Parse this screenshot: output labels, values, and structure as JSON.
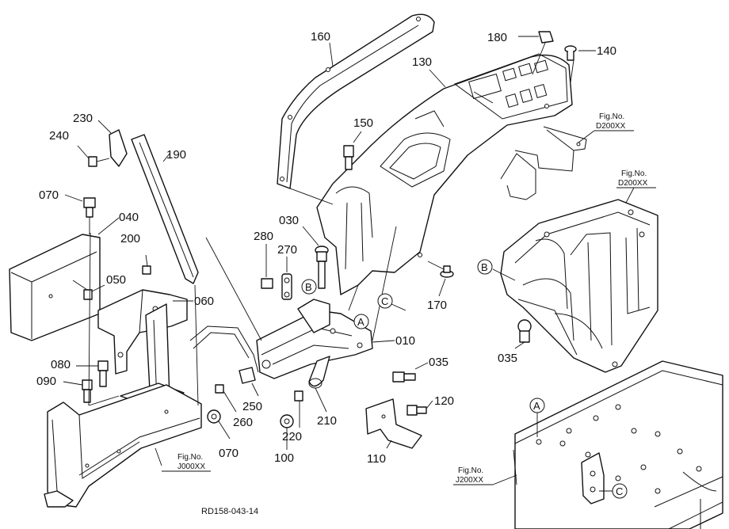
{
  "drawing_code": "RD158-043-14",
  "fig_ref_prefix": "Fig.No.",
  "fig_refs": [
    "D200XX",
    "D200XX",
    "J000XX",
    "J200XX"
  ],
  "circle_markers": [
    "A",
    "A",
    "B",
    "B",
    "C",
    "C"
  ],
  "part_labels": [
    "160",
    "130",
    "180",
    "140",
    "150",
    "230",
    "240",
    "190",
    "070",
    "040",
    "200",
    "050",
    "060",
    "280",
    "270",
    "030",
    "170",
    "010",
    "035",
    "080",
    "090",
    "250",
    "260",
    "070",
    "210",
    "220",
    "100",
    "120",
    "110",
    "035"
  ]
}
